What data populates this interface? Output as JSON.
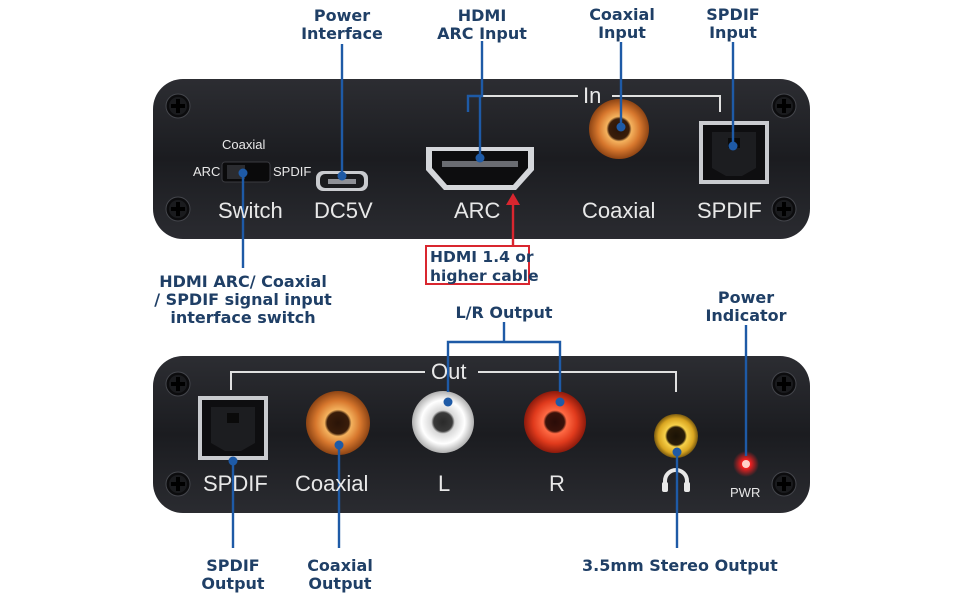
{
  "top_panel": {
    "silk": {
      "coaxial_small": "Coaxial",
      "arc_small": "ARC",
      "spdif_small": "SPDIF",
      "switch": "Switch",
      "dc5v": "DC5V",
      "arc": "ARC",
      "coaxial": "Coaxial",
      "spdif": "SPDIF",
      "in_label": "In"
    }
  },
  "bottom_panel": {
    "silk": {
      "out_label": "Out",
      "spdif": "SPDIF",
      "coaxial": "Coaxial",
      "left": "L",
      "right": "R",
      "pwr": "PWR"
    }
  },
  "callouts": {
    "power_interface": [
      "Power",
      "Interface"
    ],
    "hdmi_arc_input": [
      "HDMI",
      "ARC Input"
    ],
    "coaxial_input": [
      "Coaxial",
      "Input"
    ],
    "spdif_input": [
      "SPDIF",
      "Input"
    ],
    "switch_desc": [
      "HDMI ARC/ Coaxial",
      "/ SPDIF signal input",
      "interface switch"
    ],
    "cable_note": [
      "HDMI 1.4 or",
      "higher cable"
    ],
    "lr_output": [
      "L/R Output"
    ],
    "power_indicator": [
      "Power",
      "Indicator"
    ],
    "spdif_output": [
      "SPDIF",
      "Output"
    ],
    "coaxial_output": [
      "Coaxial",
      "Output"
    ],
    "stereo_output": [
      "3.5mm Stereo Output"
    ]
  },
  "colors": {
    "panel": "#1d1e22",
    "leader": "#1e5aa6",
    "dot": "#1e5aa6",
    "label_text": "#1f3f66",
    "note_border": "#d9262f",
    "note_arrow": "#d9262f",
    "rca_gold": "#c8702a",
    "rca_red": "#d8321f",
    "rca_white": "#e6e6e6",
    "pwr_led": "#ff2020"
  },
  "icons": [
    "screw-icon",
    "toslink-port-icon",
    "hdmi-port-icon",
    "micro-usb-port-icon",
    "rca-jack-icon",
    "headphone-icon"
  ]
}
